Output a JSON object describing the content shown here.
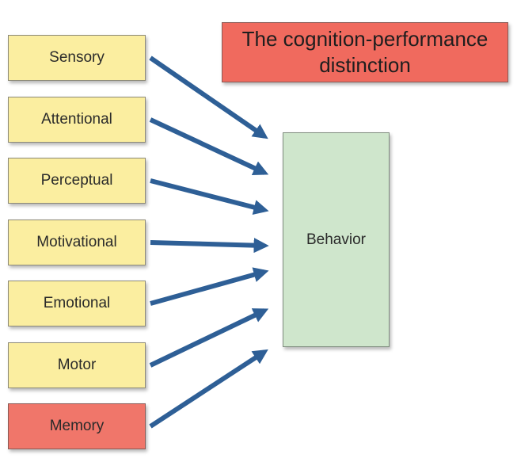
{
  "title": "The cognition-performance distinction",
  "target": "Behavior",
  "factors": [
    {
      "label": "Sensory",
      "highlight": false
    },
    {
      "label": "Attentional",
      "highlight": false
    },
    {
      "label": "Perceptual",
      "highlight": false
    },
    {
      "label": "Motivational",
      "highlight": false
    },
    {
      "label": "Emotional",
      "highlight": false
    },
    {
      "label": "Motor",
      "highlight": false
    },
    {
      "label": "Memory",
      "highlight": true
    }
  ],
  "colors": {
    "factor_fill": "#fbeea0",
    "highlight_fill": "#f0766a",
    "title_fill": "#f06a5e",
    "target_fill": "#cfe6cc",
    "arrow": "#2e5f96"
  },
  "edges": [
    {
      "from": "Sensory",
      "to": "Behavior"
    },
    {
      "from": "Attentional",
      "to": "Behavior"
    },
    {
      "from": "Perceptual",
      "to": "Behavior"
    },
    {
      "from": "Motivational",
      "to": "Behavior"
    },
    {
      "from": "Emotional",
      "to": "Behavior"
    },
    {
      "from": "Motor",
      "to": "Behavior"
    },
    {
      "from": "Memory",
      "to": "Behavior"
    }
  ]
}
